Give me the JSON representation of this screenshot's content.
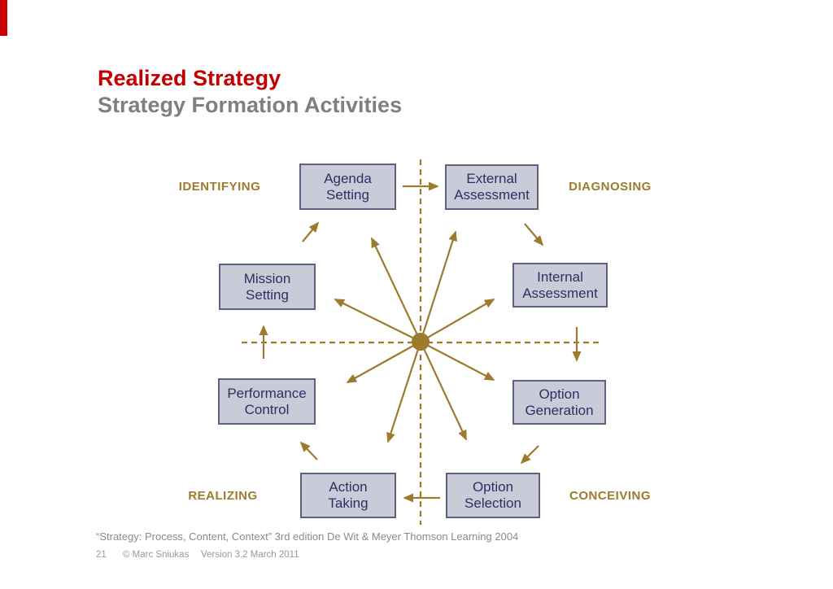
{
  "slide": {
    "title": "Realized Strategy",
    "subtitle": "Strategy Formation Activities",
    "title_color": "#c20000",
    "subtitle_color": "#7f7f7f",
    "accent_color": "#cc0000"
  },
  "diagram": {
    "arrow_color": "#9c7b2e",
    "box_fill": "#c9cbd8",
    "box_border": "#606080",
    "box_text_color": "#2a3162",
    "phase_labels": [
      {
        "id": "identifying",
        "label": "IDENTIFYING"
      },
      {
        "id": "diagnosing",
        "label": "DIAGNOSING"
      },
      {
        "id": "realizing",
        "label": "REALIZING"
      },
      {
        "id": "conceiving",
        "label": "CONCEIVING"
      }
    ],
    "boxes": [
      {
        "id": "agenda-setting",
        "line1": "Agenda",
        "line2": "Setting"
      },
      {
        "id": "external-assessment",
        "line1": "External",
        "line2": "Assessment"
      },
      {
        "id": "mission-setting",
        "line1": "Mission",
        "line2": "Setting"
      },
      {
        "id": "internal-assessment",
        "line1": "Internal",
        "line2": "Assessment"
      },
      {
        "id": "performance-control",
        "line1": "Performance",
        "line2": "Control"
      },
      {
        "id": "option-generation",
        "line1": "Option",
        "line2": "Generation"
      },
      {
        "id": "action-taking",
        "line1": "Action",
        "line2": "Taking"
      },
      {
        "id": "option-selection",
        "line1": "Option",
        "line2": "Selection"
      }
    ]
  },
  "footer": {
    "source": "“Strategy: Process, Content, Context” 3rd edition De Wit & Meyer Thomson Learning 2004",
    "page_number": "21",
    "copyright": "© Marc Sniukas",
    "version": "Version 3.2 March 2011"
  }
}
